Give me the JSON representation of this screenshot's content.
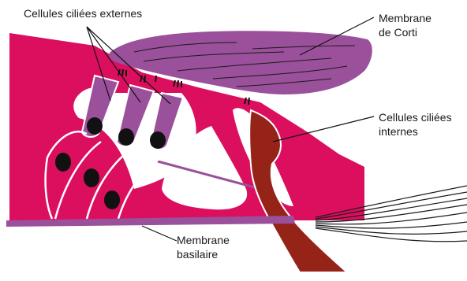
{
  "labels": {
    "outer_hair_cells": "Cellules ciliées externes",
    "tectorial_membrane": [
      "Membrane",
      "de Corti"
    ],
    "inner_hair_cells": [
      "Cellules ciliées",
      "internes"
    ],
    "basilar_membrane": [
      "Membrane",
      "basilaire"
    ]
  },
  "colors": {
    "tissue": "#dc0f5f",
    "tectorial": "#9a509a",
    "inner_cell": "#962318",
    "nucleus": "#111111",
    "leader": "#111111",
    "fiber": "#1a1a1a",
    "background": "#ffffff"
  }
}
